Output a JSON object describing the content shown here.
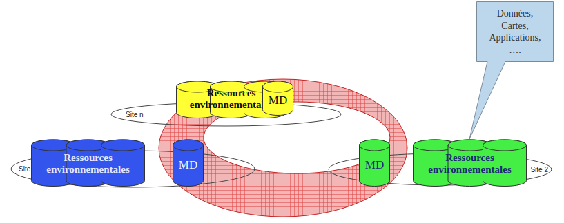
{
  "diagram": {
    "nodes": [
      {
        "text": [
          "Site n"
        ]
      },
      {
        "text": [
          "Ressources environnementales"
        ],
        "in": 0
      },
      {
        "text": [
          "MD"
        ],
        "in": 0
      },
      {
        "text": [
          "Site 1"
        ]
      },
      {
        "text": [
          "Ressources environnementales"
        ],
        "in": 3
      },
      {
        "text": [
          "MD"
        ],
        "in": 3
      },
      {
        "text": [
          "Site 2"
        ]
      },
      {
        "text": [
          "MD"
        ],
        "in": 6
      },
      {
        "text": [
          "Ressources environnementales"
        ],
        "in": 6
      },
      {
        "text": [
          "Données, Cartes, Applications, …."
        ]
      }
    ]
  }
}
